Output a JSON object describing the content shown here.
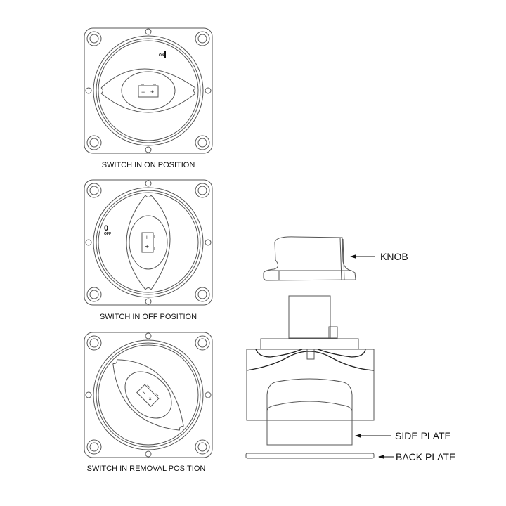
{
  "views": [
    {
      "caption": "SWITCH IN ON POSITION",
      "marker": "ON",
      "rotation_deg": 0
    },
    {
      "caption": "SWITCH IN OFF POSITION",
      "marker_big": "0",
      "marker": "OFF",
      "rotation_deg": 90
    },
    {
      "caption": "SWITCH IN REMOVAL POSITION",
      "rotation_deg": 45
    }
  ],
  "callouts": {
    "knob": "KNOB",
    "side_plate": "SIDE PLATE",
    "back_plate": "BACK PLATE"
  },
  "battery_symbol": {
    "minus": "−",
    "plus": "+"
  }
}
